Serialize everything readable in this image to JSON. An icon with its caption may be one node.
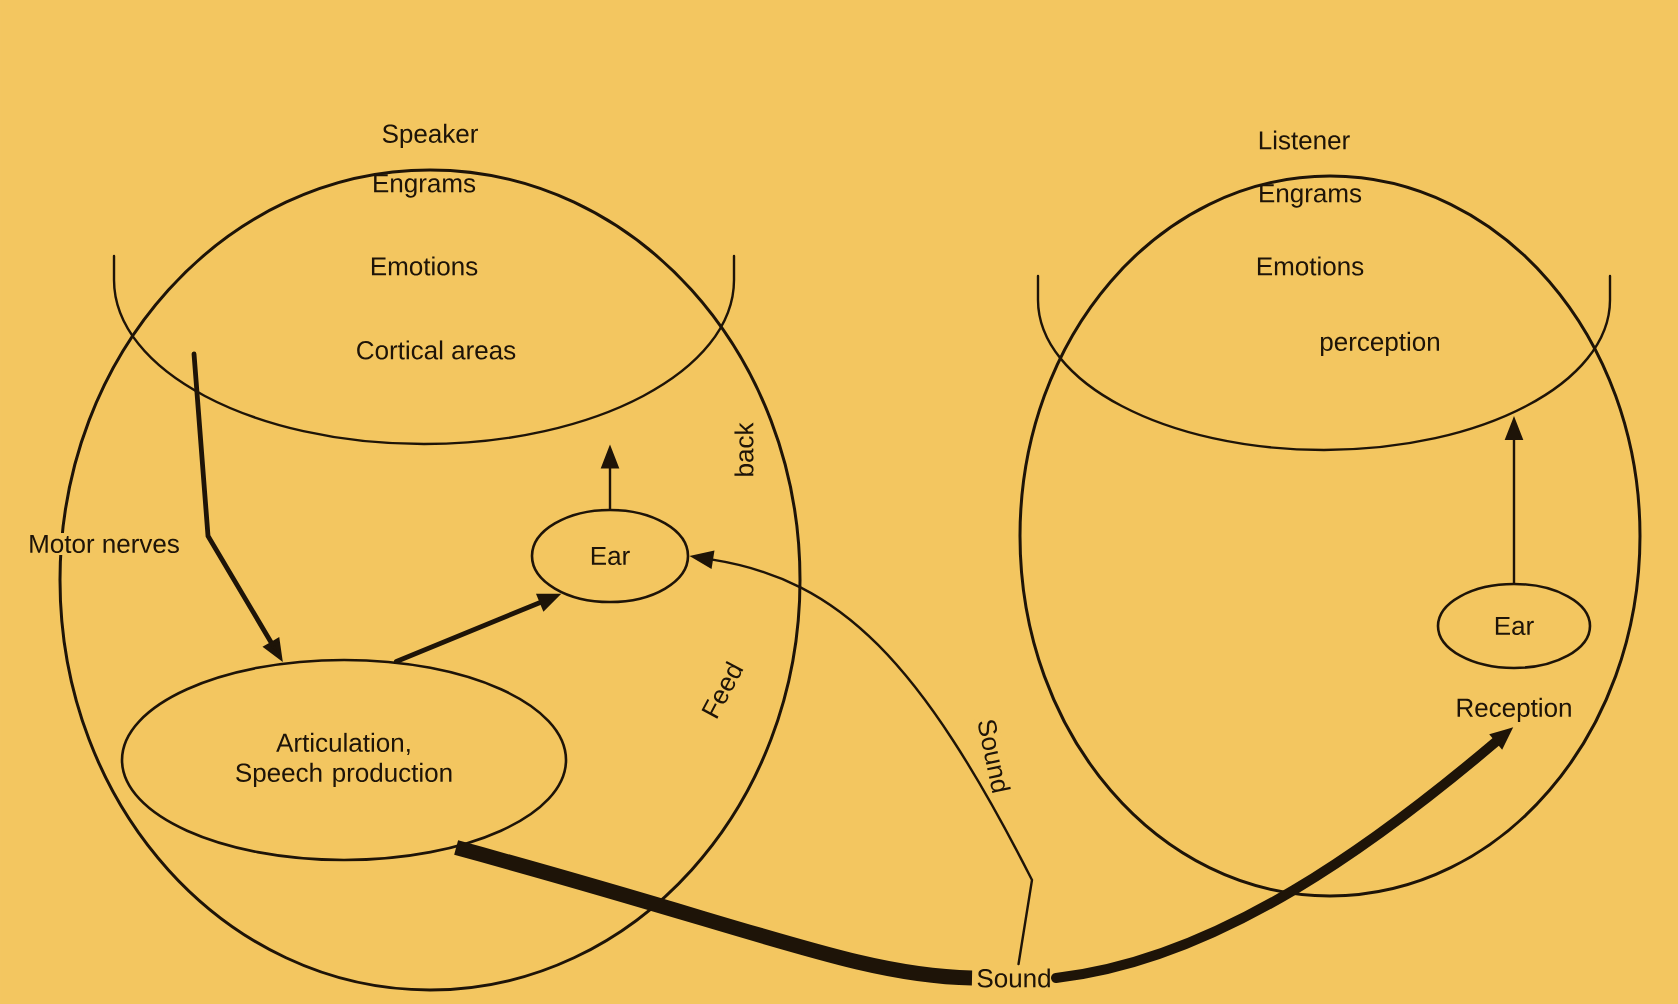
{
  "diagram": {
    "nodes": [
      {
        "text": [
          "Speaker"
        ]
      },
      {
        "text": [
          "Engrams",
          "Emotions",
          "Cortical areas"
        ],
        "in": 0
      },
      {
        "text": [
          "Ear"
        ],
        "in": 0
      },
      {
        "text": [
          "Articulation, Speech production"
        ],
        "in": 0
      },
      {
        "text": [
          "Listener"
        ]
      },
      {
        "text": [
          "Engrams",
          "Emotions",
          "perception"
        ],
        "in": 4
      },
      {
        "text": [
          "Ear"
        ],
        "in": 4
      },
      {
        "text": [
          "Sound"
        ]
      },
      {
        "text": [
          "Reception"
        ],
        "in": 4
      }
    ],
    "edges": [
      {
        "from": 1,
        "to": 3,
        "arrow": "to",
        "label": "Motor nerves"
      },
      {
        "from": 3,
        "to": 2,
        "arrow": "to"
      },
      {
        "from": 2,
        "to": 1,
        "arrow": "to"
      },
      {
        "from": 3,
        "to": 7,
        "arrow": "none",
        "style": "thick"
      },
      {
        "from": 7,
        "to": 8,
        "arrow": "to",
        "style": "thick"
      },
      {
        "from": 7,
        "to": 2,
        "arrow": "to",
        "label": "Sound"
      },
      {
        "from": 6,
        "to": 5,
        "arrow": "to"
      }
    ],
    "labels": [
      "back",
      "Feed"
    ]
  }
}
